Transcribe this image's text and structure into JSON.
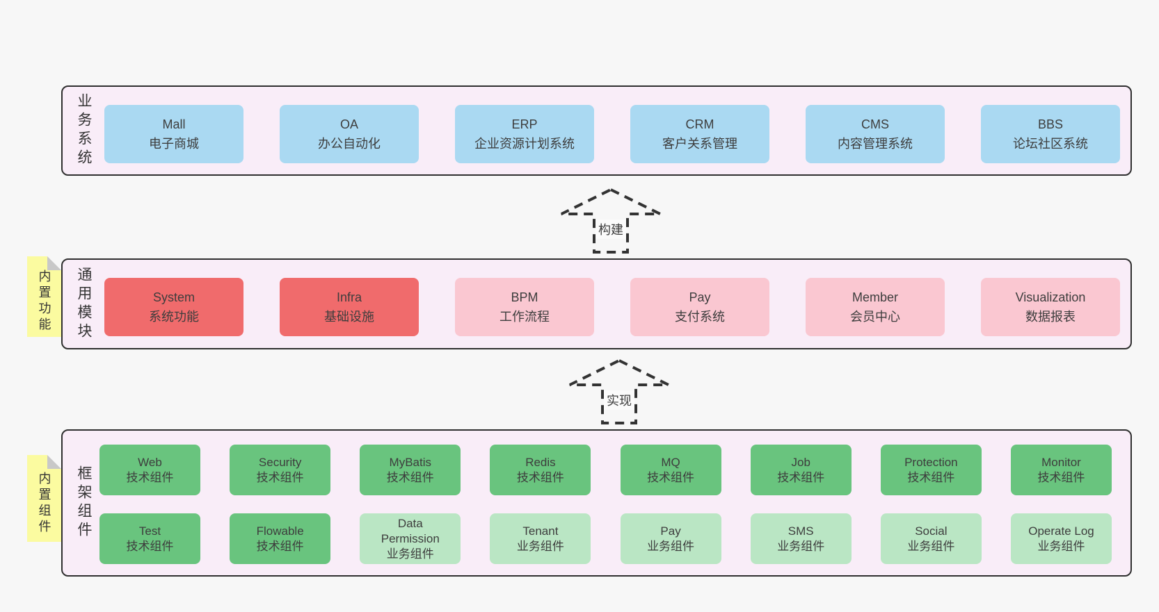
{
  "page_background": "#f7f7f7",
  "colors": {
    "band_fill": "#f9edf8",
    "band_border": "#2f2f2f",
    "business_system_box": "#aad9f2",
    "core_module_box": "#f06b6c",
    "optional_module_box": "#fac7d1",
    "tech_component_box": "#69c47e",
    "biz_component_box": "#bae6c4",
    "note_fill": "#fbfba0",
    "note_fold": "#c8c8c8",
    "text": "#3d3d3d"
  },
  "notes": [
    {
      "label": "内置功能"
    },
    {
      "label": "内置组件"
    }
  ],
  "arrows": [
    {
      "label": "构建"
    },
    {
      "label": "实现"
    }
  ],
  "bands": [
    {
      "label": "业务系统",
      "boxes": [
        {
          "title": "Mall",
          "subtitle": "电子商城",
          "color": "blue"
        },
        {
          "title": "OA",
          "subtitle": "办公自动化",
          "color": "blue"
        },
        {
          "title": "ERP",
          "subtitle": "企业资源计划系统",
          "color": "blue"
        },
        {
          "title": "CRM",
          "subtitle": "客户关系管理",
          "color": "blue"
        },
        {
          "title": "CMS",
          "subtitle": "内容管理系统",
          "color": "blue"
        },
        {
          "title": "BBS",
          "subtitle": "论坛社区系统",
          "color": "blue"
        }
      ]
    },
    {
      "label": "通用模块",
      "boxes": [
        {
          "title": "System",
          "subtitle": "系统功能",
          "color": "red"
        },
        {
          "title": "Infra",
          "subtitle": "基础设施",
          "color": "red"
        },
        {
          "title": "BPM",
          "subtitle": "工作流程",
          "color": "pink"
        },
        {
          "title": "Pay",
          "subtitle": "支付系统",
          "color": "pink"
        },
        {
          "title": "Member",
          "subtitle": "会员中心",
          "color": "pink"
        },
        {
          "title": "Visualization",
          "subtitle": "数据报表",
          "color": "pink"
        }
      ]
    },
    {
      "label": "框架组件",
      "rows": [
        [
          {
            "title": "Web",
            "subtitle": "技术组件",
            "color": "green"
          },
          {
            "title": "Security",
            "subtitle": "技术组件",
            "color": "green"
          },
          {
            "title": "MyBatis",
            "subtitle": "技术组件",
            "color": "green"
          },
          {
            "title": "Redis",
            "subtitle": "技术组件",
            "color": "green"
          },
          {
            "title": "MQ",
            "subtitle": "技术组件",
            "color": "green"
          },
          {
            "title": "Job",
            "subtitle": "技术组件",
            "color": "green"
          },
          {
            "title": "Protection",
            "subtitle": "技术组件",
            "color": "green"
          },
          {
            "title": "Monitor",
            "subtitle": "技术组件",
            "color": "green"
          }
        ],
        [
          {
            "title": "Test",
            "subtitle": "技术组件",
            "color": "green"
          },
          {
            "title": "Flowable",
            "subtitle": "技术组件",
            "color": "green"
          },
          {
            "title": "Data Permission",
            "subtitle": "业务组件",
            "color": "green-light"
          },
          {
            "title": "Tenant",
            "subtitle": "业务组件",
            "color": "green-light"
          },
          {
            "title": "Pay",
            "subtitle": "业务组件",
            "color": "green-light"
          },
          {
            "title": "SMS",
            "subtitle": "业务组件",
            "color": "green-light"
          },
          {
            "title": "Social",
            "subtitle": "业务组件",
            "color": "green-light"
          },
          {
            "title": "Operate Log",
            "subtitle": "业务组件",
            "color": "green-light"
          }
        ]
      ]
    }
  ]
}
